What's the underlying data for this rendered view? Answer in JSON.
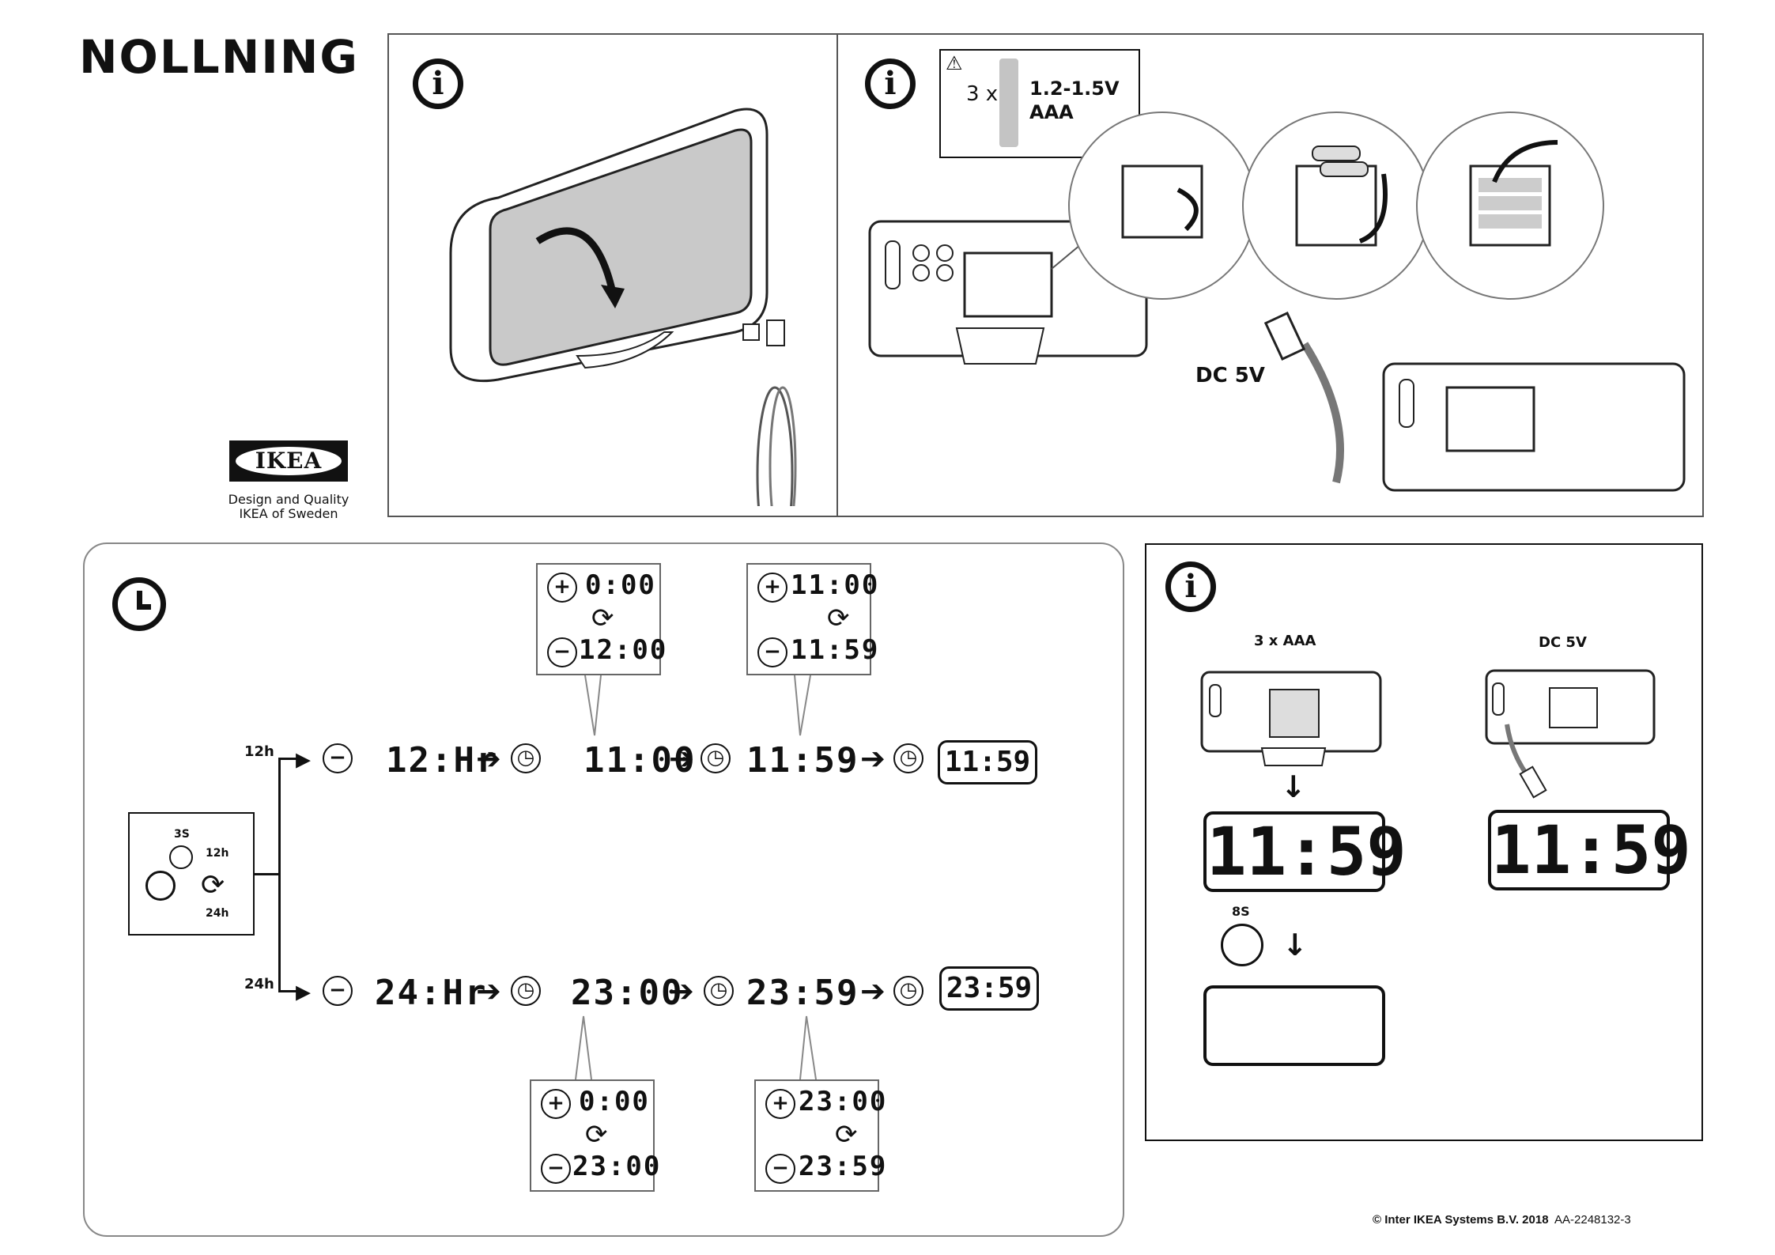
{
  "title": "NOLLNING",
  "brand": {
    "logo_text": "IKEA",
    "tagline_1": "Design and Quality",
    "tagline_2": "IKEA of Sweden"
  },
  "battery_spec": {
    "warning_icon": "warning-triangle-icon",
    "quantity": "3 x",
    "voltage": "1.2-1.5V",
    "type": "AAA"
  },
  "power_label": "DC 5V",
  "clock_setup": {
    "mode_select": {
      "hold_time": "3S",
      "mode_12": "12h",
      "mode_24": "24h"
    },
    "row_12h": {
      "label": "12h",
      "step1": "12:Hr",
      "step2": "11:00",
      "step3": "11:59",
      "final": "11:59",
      "hour_popup": {
        "top": "0:00",
        "bottom": "12:00"
      },
      "minute_popup": {
        "top": "11:00",
        "bottom": "11:59"
      }
    },
    "row_24h": {
      "label": "24h",
      "step1": "24:Hr",
      "step2": "23:00",
      "step3": "23:59",
      "final": "23:59",
      "hour_popup": {
        "top": "0:00",
        "bottom": "23:00"
      },
      "minute_popup": {
        "top": "23:00",
        "bottom": "23:59"
      }
    }
  },
  "power_info": {
    "battery_label": "3 x AAA",
    "dc_label": "DC 5V",
    "battery_display": "11:59",
    "dc_display": "11:59",
    "timeout": "8S"
  },
  "footer": {
    "copyright": "© Inter IKEA Systems B.V. 2018",
    "article_code": "AA-2248132-3"
  }
}
